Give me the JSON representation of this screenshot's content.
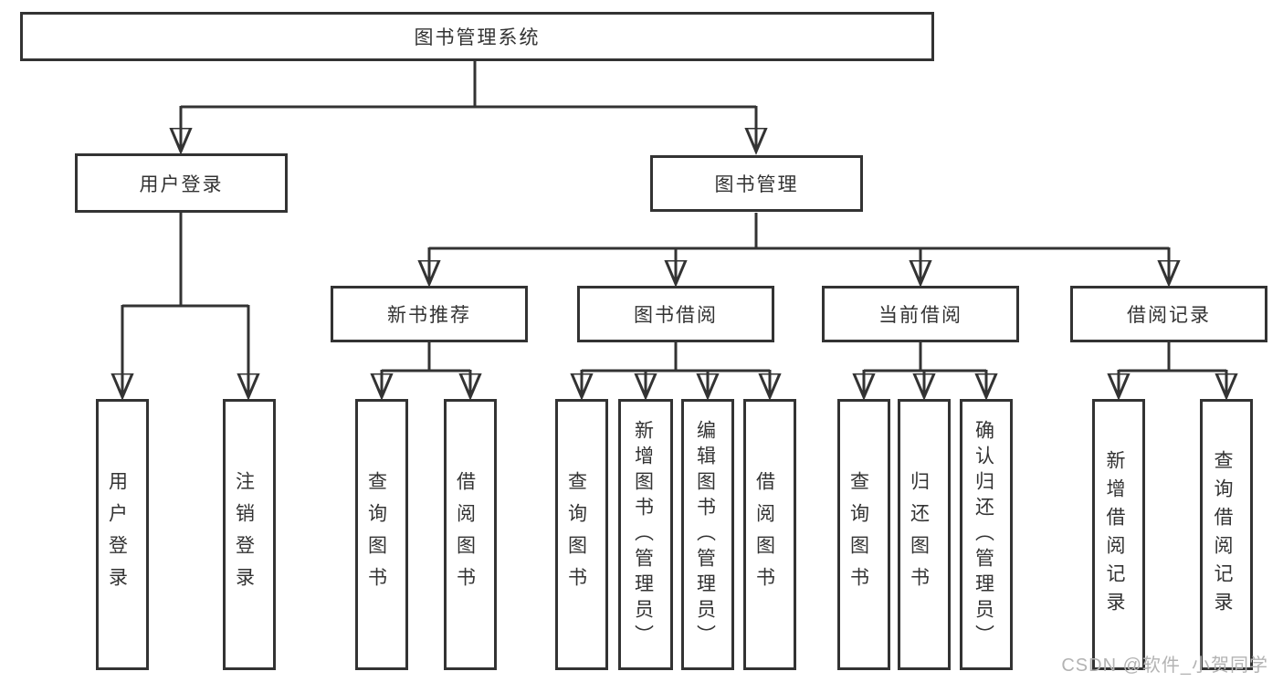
{
  "diagram": {
    "title": "图书管理系统",
    "branches": [
      {
        "label": "用户登录",
        "children": [
          "用户登录",
          "注销登录"
        ]
      },
      {
        "label": "图书管理",
        "children": [
          {
            "label": "新书推荐",
            "children": [
              "查询图书",
              "借阅图书"
            ]
          },
          {
            "label": "图书借阅",
            "children": [
              "查询图书",
              "新增图书（管理员）",
              "编辑图书（管理员）",
              "借阅图书"
            ]
          },
          {
            "label": "当前借阅",
            "children": [
              "查询图书",
              "归还图书",
              "确认归还（管理员）"
            ]
          },
          {
            "label": "借阅记录",
            "children": [
              "新增借阅记录",
              "查询借阅记录"
            ]
          }
        ]
      }
    ]
  },
  "watermark": "CSDN @软件_小贺同学",
  "colors": {
    "line": "#333333",
    "node_border": "#333333",
    "node_text": "#333333",
    "background": "#ffffff",
    "watermark": "#b3b3b3"
  }
}
